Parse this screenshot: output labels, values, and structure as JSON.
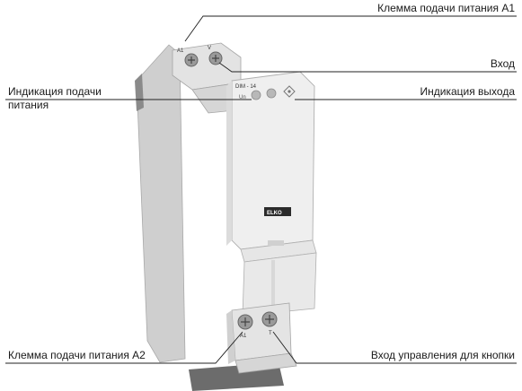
{
  "callouts": {
    "terminal_a1": "Клемма подачи питания A1",
    "input": "Вход",
    "power_indication": "Индикация подачи питания",
    "output_indication": "Индикация выхода",
    "terminal_a2": "Клемма подачи питания A2",
    "button_control_input": "Вход управления для кнопки"
  },
  "device": {
    "model": "DIM - 14",
    "brand": "ELKO",
    "led_label": "Un",
    "top_terminal_a1": "A1",
    "top_terminal_v": "V",
    "bottom_terminal_a1": "A1",
    "bottom_terminal_t": "T"
  }
}
